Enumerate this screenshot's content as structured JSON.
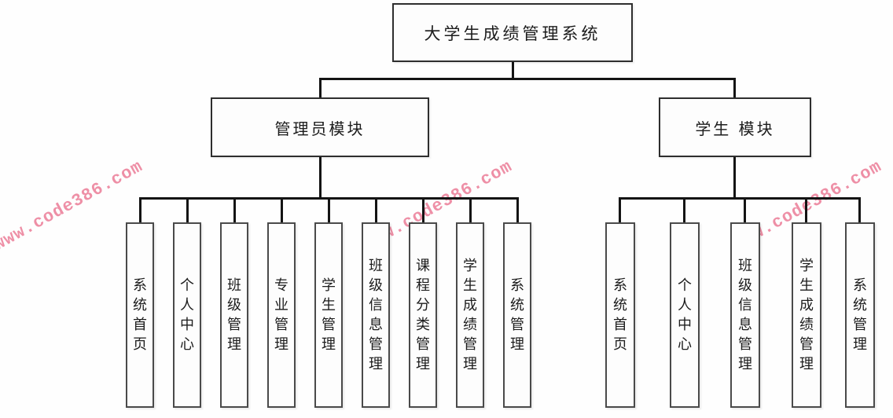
{
  "page": {
    "background_color": "#fefefe",
    "line_color": "#141414",
    "box_border_color": "#4a4a4a"
  },
  "watermark": {
    "text": "www.code386.com",
    "color": "#ee8fa6"
  },
  "tree": {
    "root": {
      "label": "大学生成绩管理系统"
    },
    "modules": [
      {
        "label": "管理员模块",
        "children": [
          {
            "label": "系统首页"
          },
          {
            "label": "个人中心"
          },
          {
            "label": "班级管理"
          },
          {
            "label": "专业管理"
          },
          {
            "label": "学生管理"
          },
          {
            "label": "班级信息管理"
          },
          {
            "label": "课程分类管理"
          },
          {
            "label": "学生成绩管理"
          },
          {
            "label": "系统管理"
          }
        ]
      },
      {
        "label": "学生 模块",
        "children": [
          {
            "label": "系统首页"
          },
          {
            "label": "个人中心"
          },
          {
            "label": "班级信息管理"
          },
          {
            "label": "学生成绩管理"
          },
          {
            "label": "系统管理"
          }
        ]
      }
    ]
  }
}
